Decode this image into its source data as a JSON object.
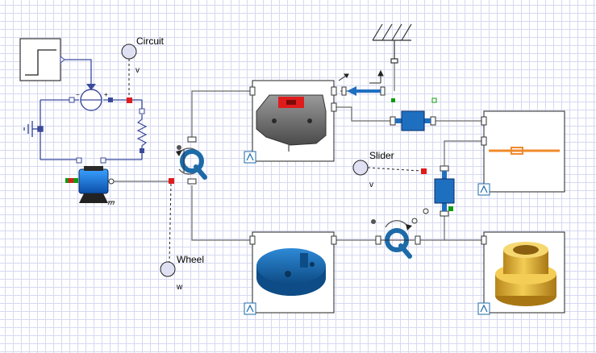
{
  "diagram": {
    "labels": {
      "circuit": "Circuit",
      "circuit_var": "v",
      "slider": "Slider",
      "slider_var": "v",
      "wheel": "Wheel",
      "wheel_var": "w"
    },
    "colors": {
      "wire": "#3a4a9a",
      "connection": "#6b6b6b",
      "accent_red": "#e01b1b",
      "flange_blue": "#1540c8",
      "sensor_fill": "#dfe1f2",
      "mech_blue": "#1f6fc0",
      "wheel_blue": "#1d6aa8",
      "housing_gray": "#6f6f6f",
      "bushing_gold": "#e2b43a",
      "slider_orange": "#f08a2b",
      "ground": "#333333",
      "green": "#119911"
    }
  }
}
